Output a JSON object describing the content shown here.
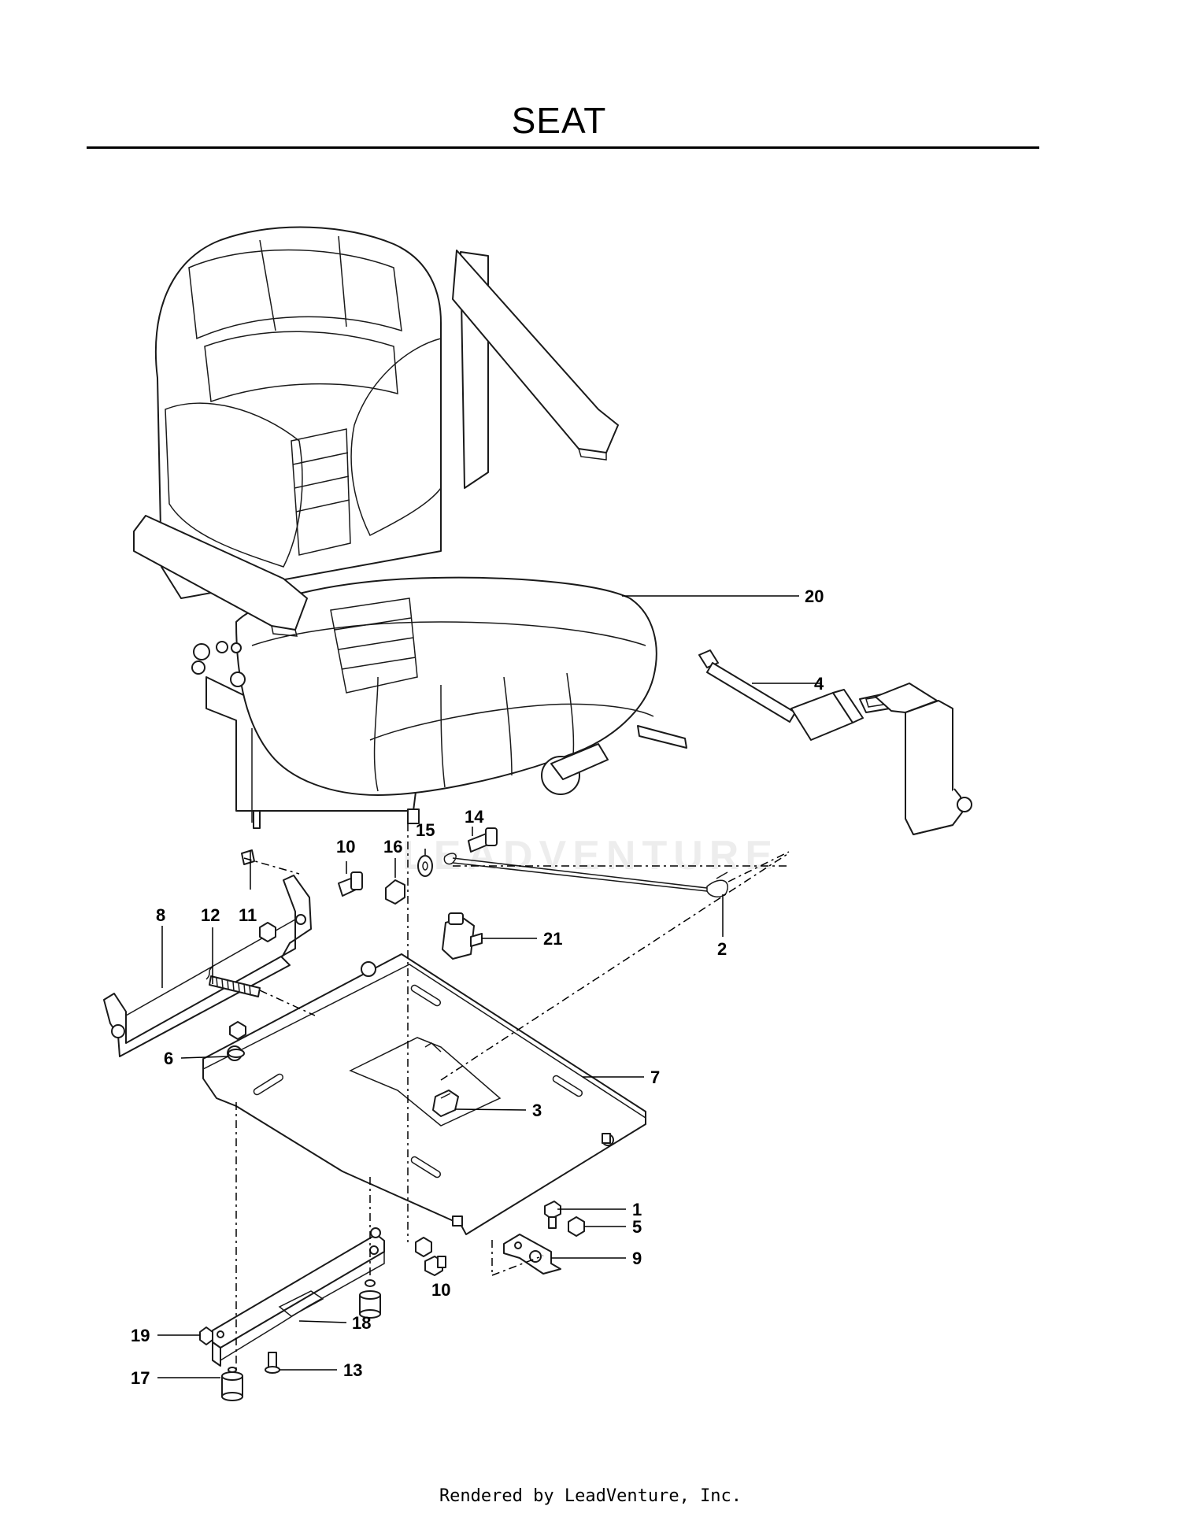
{
  "title": "SEAT",
  "watermark": "LEADVENTURE",
  "footer": "Rendered by LeadVenture, Inc.",
  "callouts": {
    "c20": "20",
    "c4": "4",
    "c14": "14",
    "c15": "15",
    "c16": "16",
    "c10a": "10",
    "c11": "11",
    "c12": "12",
    "c8": "8",
    "c21": "21",
    "c2": "2",
    "c6": "6",
    "c7": "7",
    "c3": "3",
    "c1": "1",
    "c5": "5",
    "c9": "9",
    "c10b": "10",
    "c18": "18",
    "c19": "19",
    "c17": "17",
    "c13": "13"
  }
}
